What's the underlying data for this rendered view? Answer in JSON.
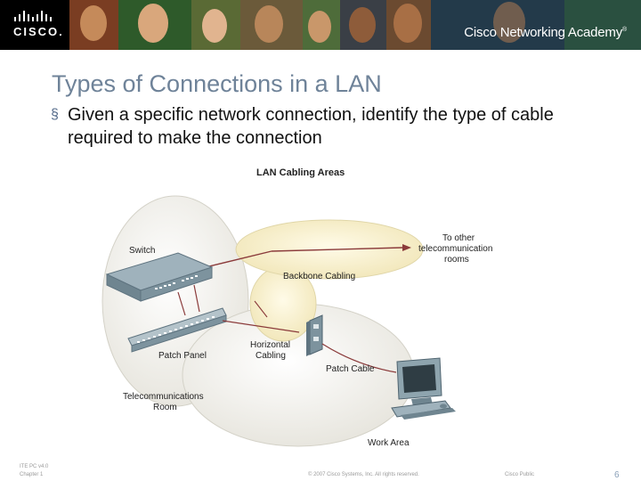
{
  "header": {
    "logo_text": "CISCO.",
    "academy_text": "Cisco Networking Academy",
    "academy_mark": "®"
  },
  "slide": {
    "title": "Types of Connections in a LAN",
    "bullet": "Given a specific network connection, identify the type of cable required to make the connection"
  },
  "diagram": {
    "title": "LAN Cabling Areas",
    "labels": {
      "switch": "Switch",
      "to_other_line1": "To other",
      "to_other_line2": "telecommunication",
      "to_other_line3": "rooms",
      "backbone": "Backbone Cabling",
      "horizontal_line1": "Horizontal",
      "horizontal_line2": "Cabling",
      "patch_panel": "Patch Panel",
      "patch_cable": "Patch Cable",
      "telecom_line1": "Telecommunications",
      "telecom_line2": "Room",
      "work_area": "Work Area"
    }
  },
  "footer": {
    "course_line1": "ITE PC v4.0",
    "course_line2": "Chapter 1",
    "copyright": "© 2007 Cisco Systems, Inc. All rights reserved.",
    "classification": "Cisco Public",
    "page_number": "6"
  }
}
